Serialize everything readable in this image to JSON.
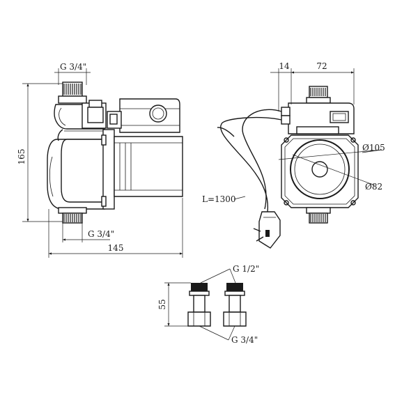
{
  "colors": {
    "ink": "#1a1a1a",
    "paper": "#ffffff"
  },
  "side_view": {
    "top_thread": "G 3/4\"",
    "bottom_thread": "G 3/4\"",
    "height": "165",
    "length": "145"
  },
  "front_view": {
    "box_depth": "14",
    "width": "72",
    "diameter_outer": "Ø105",
    "diameter_inner": "Ø82",
    "cable_length": "L=1300"
  },
  "adapters": {
    "top_thread": "G 1/2\"",
    "height": "55",
    "bottom_thread": "G 3/4\""
  }
}
